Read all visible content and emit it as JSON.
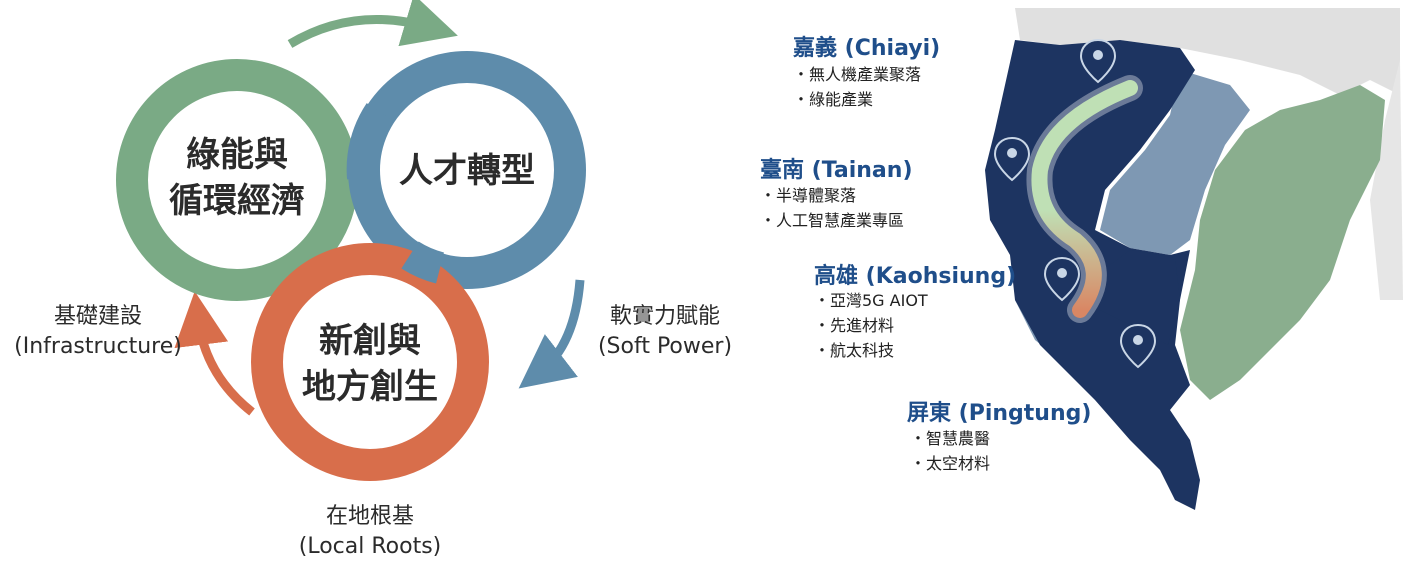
{
  "cycle": {
    "circles": [
      {
        "id": "green",
        "lines": [
          "綠能與",
          "循環經濟"
        ],
        "color": "#7aaa85"
      },
      {
        "id": "blue",
        "lines": [
          "人才轉型"
        ],
        "color": "#5e8cab"
      },
      {
        "id": "orange",
        "lines": [
          "新創與",
          "地方創生"
        ],
        "color": "#d86e4b"
      }
    ],
    "side_labels": {
      "left": {
        "zh": "基礎建設",
        "en": "(Infrastructure)"
      },
      "right": {
        "zh": "軟實力賦能",
        "en": "(Soft Power)"
      },
      "bottom": {
        "zh": "在地根基",
        "en": "(Local Roots)"
      }
    }
  },
  "map": {
    "colors": {
      "dark": "#1d3461",
      "medium": "#7e98b3",
      "green": "#8aae8e",
      "gray": "#dedede",
      "curve_green": "#bfe0b5",
      "curve_orange": "#d98764"
    },
    "regions": [
      {
        "name": "嘉義 (Chiayi)",
        "items": [
          "・無人機產業聚落",
          "・綠能產業"
        ]
      },
      {
        "name": "臺南 (Tainan)",
        "items": [
          "・半導體聚落",
          "・人工智慧產業專區"
        ]
      },
      {
        "name": "高雄 (Kaohsiung)",
        "items": [
          "・亞灣5G AIOT",
          "・先進材料",
          "・航太科技"
        ]
      },
      {
        "name": "屏東 (Pingtung)",
        "items": [
          "・智慧農醫",
          "・太空材料"
        ]
      }
    ]
  }
}
